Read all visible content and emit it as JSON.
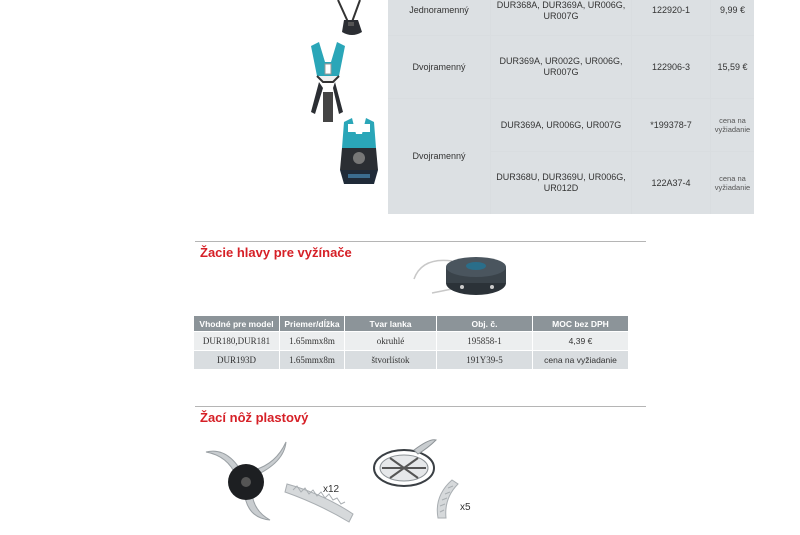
{
  "harness_table": {
    "rows": [
      {
        "type": "Jednoramenný",
        "models": "DUR368A, DUR369A, UR006G, UR007G",
        "code": "122920-1",
        "price": "9,99 €"
      },
      {
        "type": "Dvojramenný",
        "models": "DUR369A, UR002G, UR006G, UR007G",
        "code": "122906-3",
        "price": "15,59 €"
      },
      {
        "type": "Dvojramenný",
        "sub_rows": [
          {
            "models": "DUR369A, UR006G, UR007G",
            "code": "*199378-7",
            "price": "cena na vyžiadanie"
          },
          {
            "models": "DUR368U, DUR369U, UR006G, UR012D",
            "code": "122A37-4",
            "price": "cena na vyžiadanie"
          }
        ]
      }
    ]
  },
  "heads_section": {
    "title": "Žacie hlavy pre vyžínače",
    "columns": [
      "Vhodné pre model",
      "Priemer/dĺžka",
      "Tvar lanka",
      "Obj. č.",
      "MOC bez DPH"
    ],
    "rows": [
      [
        "DUR180,DUR181",
        "1.65mmx8m",
        "okruhlé",
        "195858-1",
        "4,39 €"
      ],
      [
        "DUR193D",
        "1.65mmx8m",
        "štvorlístok",
        "191Y39-5",
        "cena na vyžiadanie"
      ]
    ]
  },
  "blade_section": {
    "title": "Žací nôž plastový",
    "qty_1": "x12",
    "qty_2": "x5"
  },
  "colors": {
    "accent_red": "#d62027",
    "header_grey": "#8c9499",
    "cell_light": "#eceeef",
    "cell_dark": "#d9dde0",
    "teal": "#2aa6b8"
  }
}
